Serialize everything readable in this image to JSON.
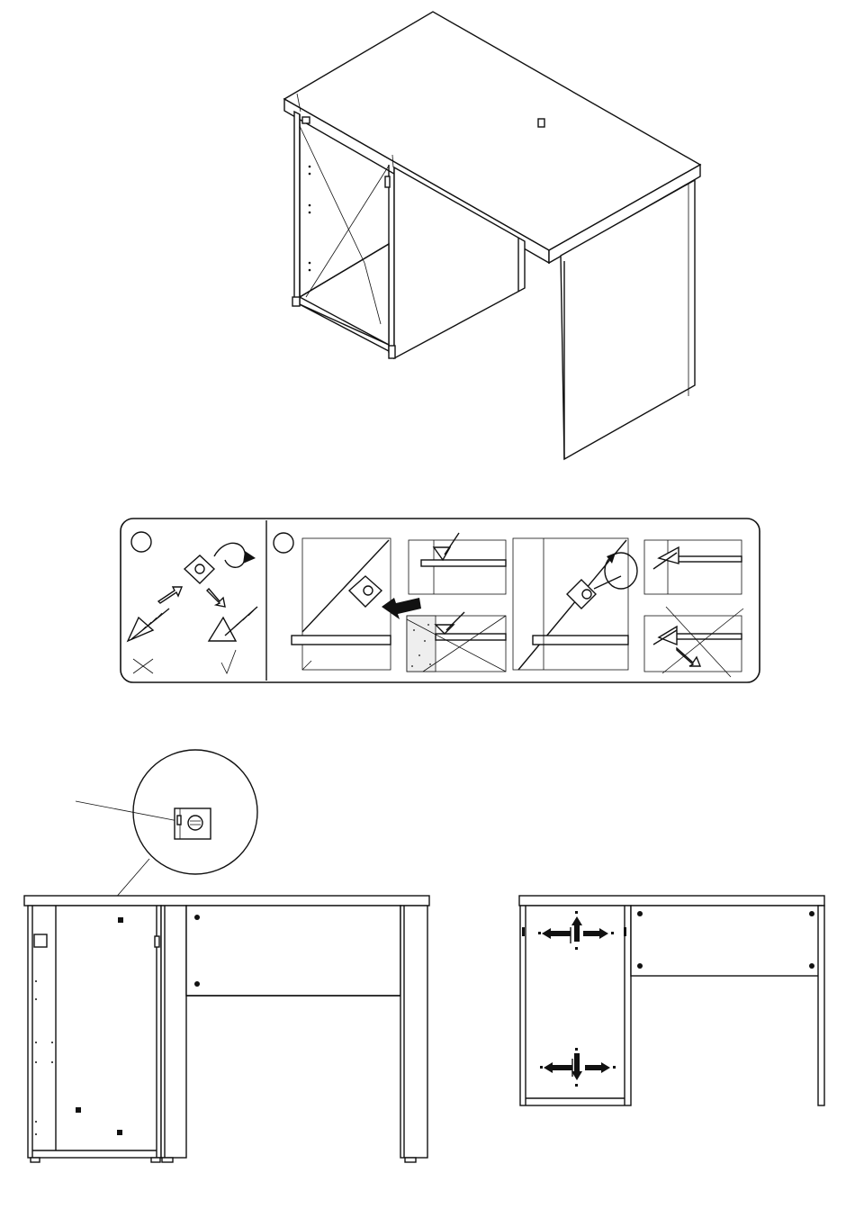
{
  "sheet": {
    "paper_color": "#ffffff",
    "line_color": "#111111"
  },
  "figures": {
    "desk_perspective": {
      "name": "assembled-desk-perspective-view",
      "icon": "desk-drawing"
    },
    "fitting_instructions": {
      "name": "corner-block-fitting-instruction-panel",
      "step_markers": [
        "",
        ""
      ],
      "panels": [
        "screw-wrong-and-right-orientation",
        "insert-corner-block-into-groove",
        "groove-detail-top",
        "groove-detail-bottom-wrong",
        "tighten-corner-block-screw",
        "result-correct",
        "result-wrong"
      ],
      "marks": {
        "wrong": "cross-mark",
        "right": "check-mark"
      }
    },
    "front_view": {
      "name": "desk-front-view-with-magnified-connector",
      "icon": "desk-front-elevation"
    },
    "rear_view": {
      "name": "desk-rear-view-with-fixing-directions",
      "icon": "desk-rear-elevation"
    }
  }
}
